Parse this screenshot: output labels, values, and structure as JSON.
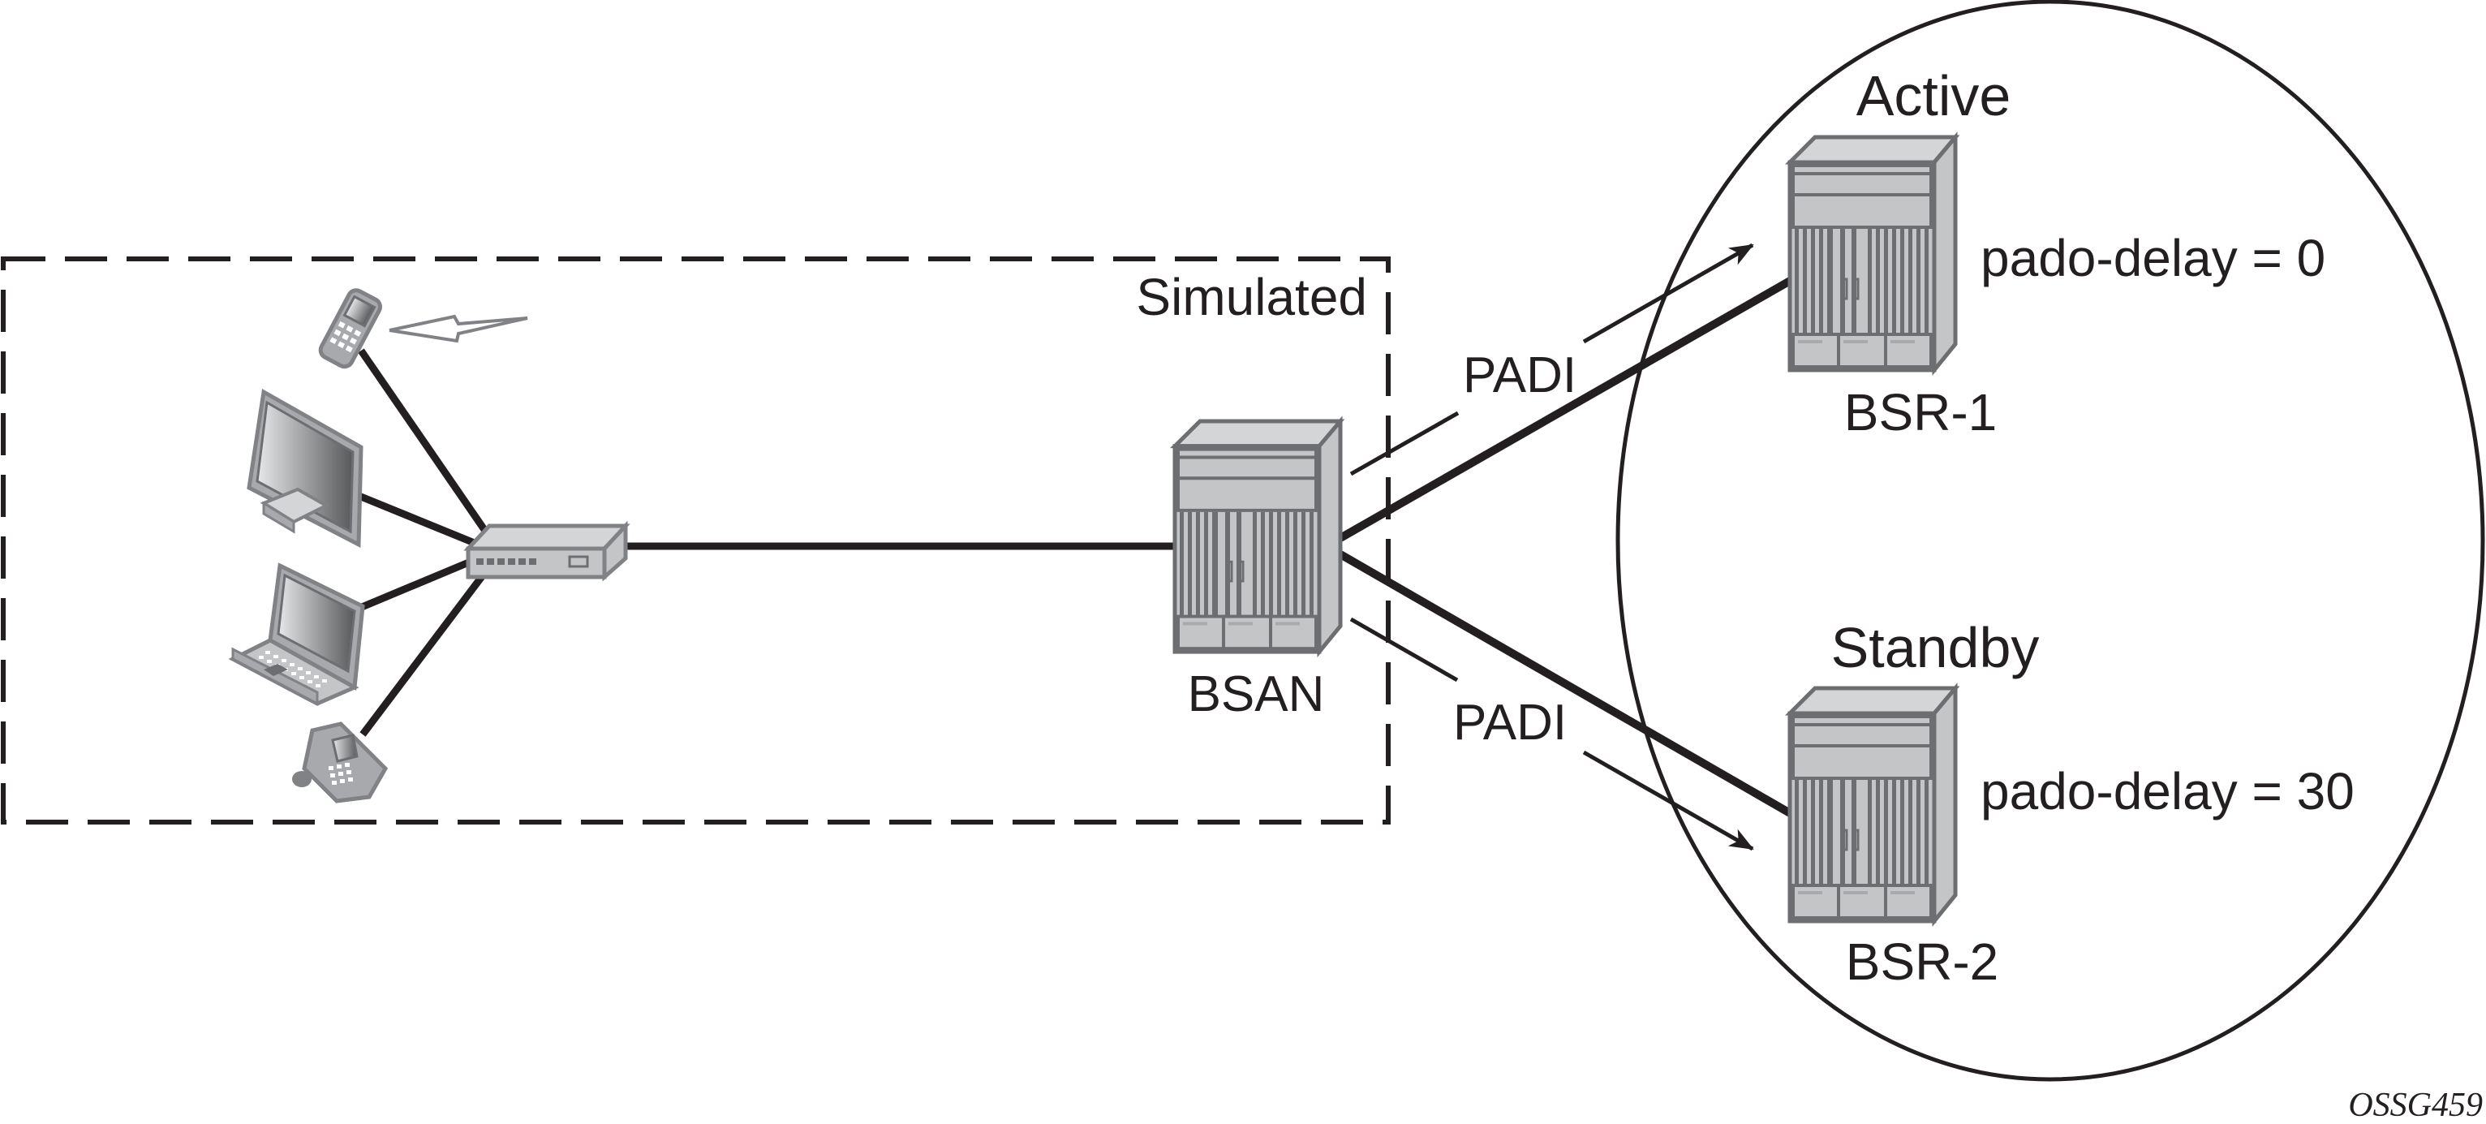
{
  "diagram": {
    "title": "PPPoE PADI with pado-delay: Active / Standby BSR",
    "region_label": "Simulated",
    "figure_id": "OSSG459",
    "access_devices": [
      {
        "kind": "mobile-phone",
        "label": ""
      },
      {
        "kind": "desktop-monitor",
        "label": ""
      },
      {
        "kind": "laptop",
        "label": ""
      },
      {
        "kind": "desk-phone",
        "label": ""
      }
    ],
    "aggregation_switch": {
      "kind": "switch",
      "label": ""
    },
    "bsan": {
      "label": "BSAN"
    },
    "messages": {
      "upper": "PADI",
      "lower": "PADI"
    },
    "routers": [
      {
        "id": "bsr1",
        "label": "BSR-1",
        "role": "Active",
        "setting": "pado-delay = 0"
      },
      {
        "id": "bsr2",
        "label": "BSR-2",
        "role": "Standby",
        "setting": "pado-delay = 30"
      }
    ],
    "colors": {
      "line": "#231f20",
      "device_dark": "#6d6e71",
      "device_light": "#c4c5c7"
    }
  }
}
